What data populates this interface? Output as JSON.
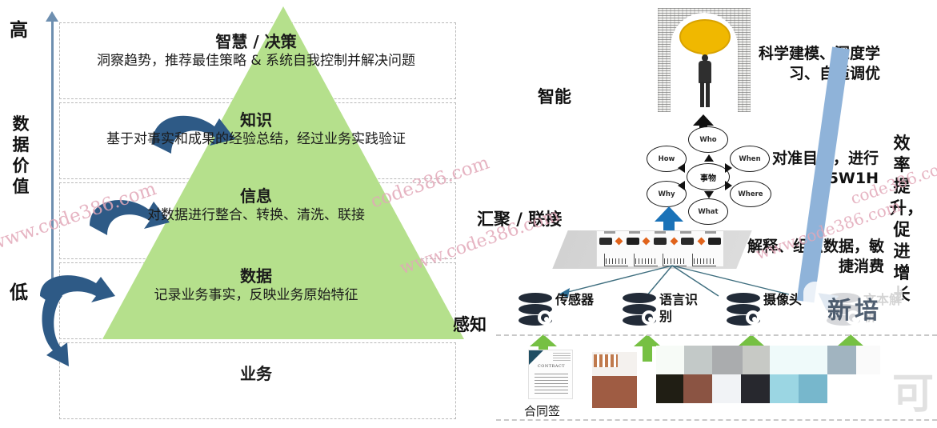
{
  "axis": {
    "high_label": "高",
    "low_label": "低",
    "value_label": "数据价值"
  },
  "pyramid": {
    "tiers": [
      {
        "title": "智慧 / 决策",
        "desc": "洞察趋势，推荐最佳策略 & 系统自我控制并解决问题"
      },
      {
        "title": "知识",
        "desc": "基于对事实和成果的经验总结，经过业务实践验证"
      },
      {
        "title": "信息",
        "desc": "对数据进行整合、转换、清洗、联接"
      },
      {
        "title": "数据",
        "desc": "记录业务事实，反映业务原始特征"
      },
      {
        "title": "业务",
        "desc": ""
      }
    ]
  },
  "stages": {
    "intelligence": "智能",
    "aggregation": "汇聚 / 联接",
    "perception": "感知"
  },
  "annotations": {
    "modeling": "科学建模、深度学习、自适调优",
    "five_w": "对准目标，进行 5W1H",
    "organize": "解释、组织数据，敏捷消费",
    "efficiency": "效率提升，促进增长"
  },
  "five_w_one_h": {
    "center": "事物",
    "nodes": [
      "Who",
      "When",
      "Where",
      "What",
      "Why",
      "How"
    ]
  },
  "data_sources": [
    {
      "label": "传感器"
    },
    {
      "label": "语言识别"
    },
    {
      "label": "摄像头"
    },
    {
      "label": "文本解析"
    }
  ],
  "bottom": {
    "contract_title": "CONTRACT",
    "contract_label": "合同签"
  },
  "watermarks": {
    "text": "www.code386.com",
    "short": "code386.com"
  },
  "colors": {
    "pyramid_green": "#b5e08c",
    "axis_blue": "#6e8fb0",
    "curve_arrow": "#2e5a86",
    "green_arrow": "#76c043",
    "blue_arrow": "#1a72b8",
    "ribbon": "#8fb3d9",
    "bulb_yellow": "#f0b800",
    "db_dark": "#222b38",
    "dashed_gray": "#b9b9b9"
  },
  "swatches": [
    [
      "#f7fbf7",
      "#c3c9c8",
      "#aaacae",
      "#c7c9c5",
      "#effafa",
      "#effafa",
      "#a1b4c0",
      "#fafafa"
    ],
    [
      "#201e14",
      "#8b5443",
      "#f1f3f6",
      "#27282e",
      "#9bd6e3",
      "#77b7cc",
      "#fdfdfd",
      "#ffffff"
    ]
  ]
}
